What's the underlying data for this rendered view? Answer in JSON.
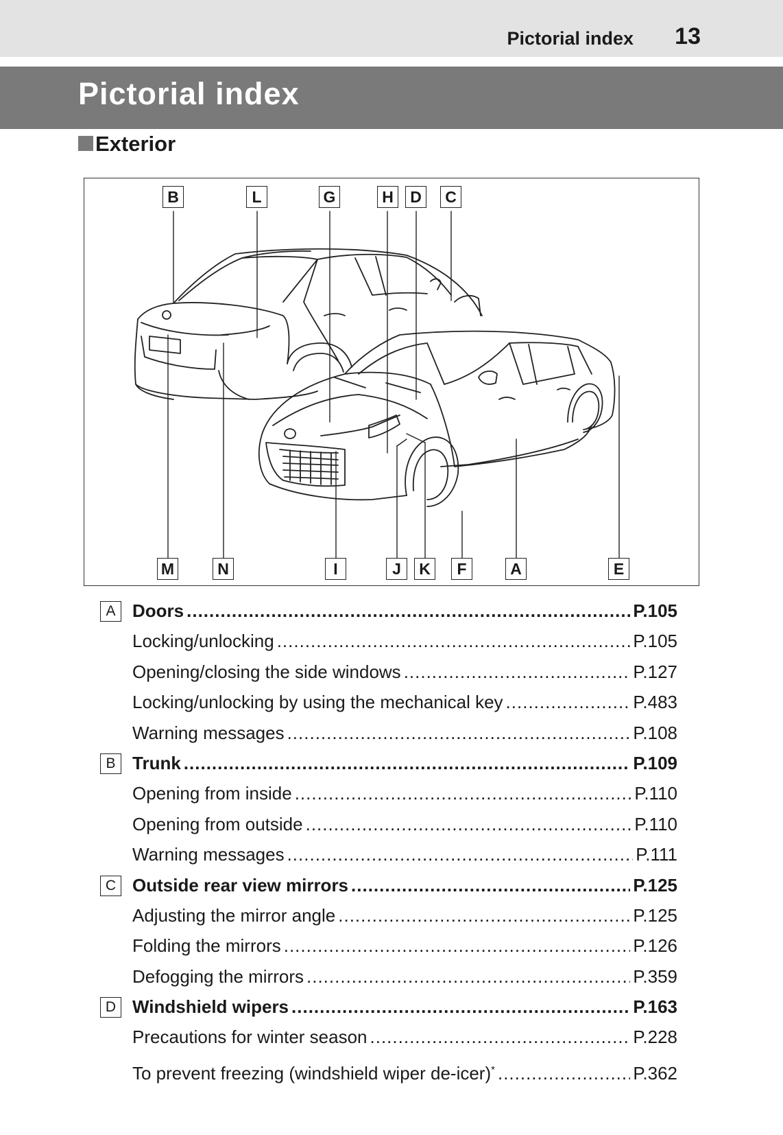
{
  "header": {
    "title": "Pictorial index",
    "page_number": "13"
  },
  "banner": {
    "title": "Pictorial index"
  },
  "section": {
    "title": "Exterior"
  },
  "diagram": {
    "top_labels": [
      "B",
      "L",
      "G",
      "H",
      "D",
      "C"
    ],
    "bottom_labels": [
      "M",
      "N",
      "I",
      "J",
      "K",
      "F",
      "A",
      "E"
    ]
  },
  "entries": [
    {
      "key": "A",
      "title": "Doors",
      "page": "P.105",
      "subs": [
        {
          "title": "Locking/unlocking",
          "page": "P.105"
        },
        {
          "title": "Opening/closing the side windows",
          "page": "P.127"
        },
        {
          "title": "Locking/unlocking by using the mechanical key",
          "page": "P.483"
        },
        {
          "title": "Warning messages",
          "page": "P.108"
        }
      ]
    },
    {
      "key": "B",
      "title": "Trunk",
      "page": "P.109",
      "subs": [
        {
          "title": "Opening from inside",
          "page": "P.110"
        },
        {
          "title": "Opening from outside",
          "page": "P.110"
        },
        {
          "title": "Warning messages",
          "page": "P.111"
        }
      ]
    },
    {
      "key": "C",
      "title": "Outside rear view mirrors",
      "page": "P.125",
      "subs": [
        {
          "title": "Adjusting the mirror angle",
          "page": "P.125"
        },
        {
          "title": "Folding the mirrors",
          "page": "P.126"
        },
        {
          "title": "Defogging the mirrors",
          "page": "P.359"
        }
      ]
    },
    {
      "key": "D",
      "title": "Windshield wipers",
      "page": "P.163",
      "subs": [
        {
          "title": "Precautions for winter season",
          "page": "P.228"
        },
        {
          "title": "To prevent freezing (windshield wiper de-icer)",
          "note": "*",
          "page": "P.362"
        }
      ]
    }
  ]
}
